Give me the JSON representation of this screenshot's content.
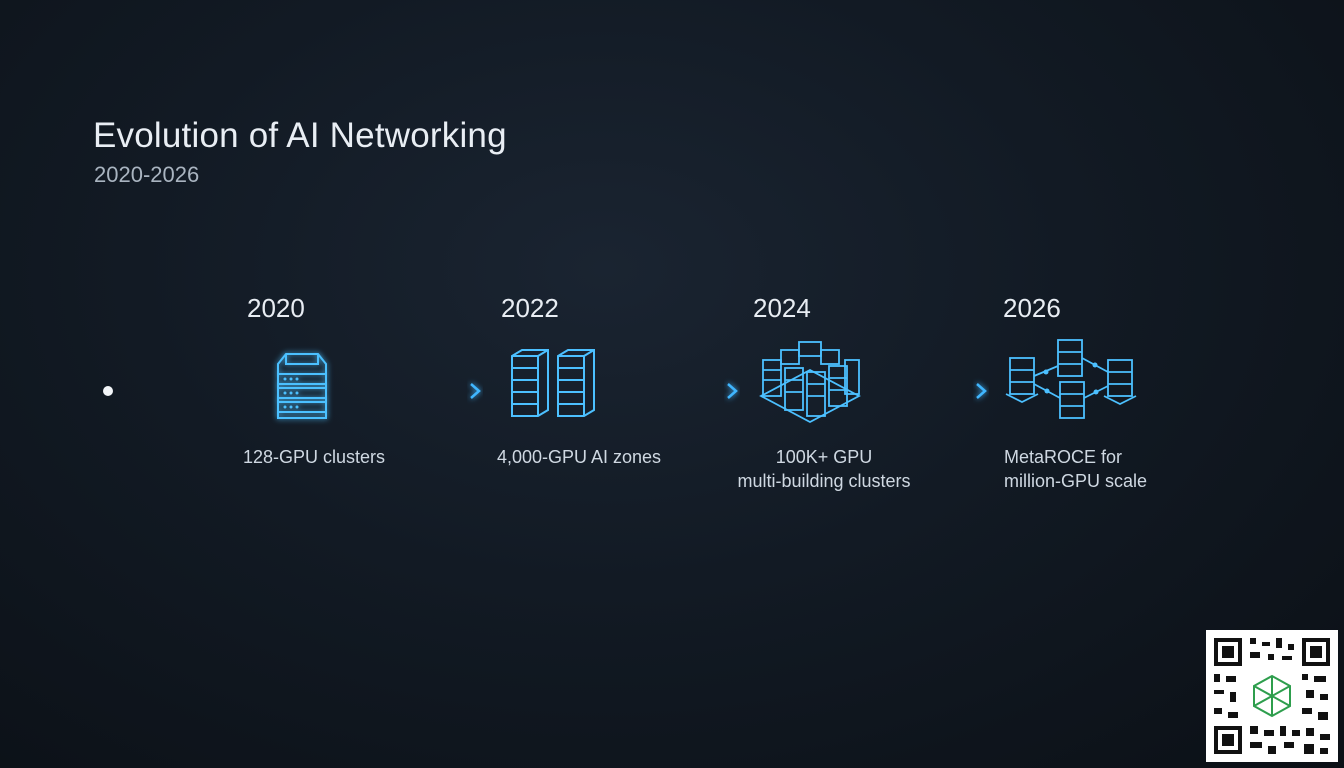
{
  "header": {
    "title": "Evolution of AI Networking",
    "subtitle": "2020-2026"
  },
  "milestones": [
    {
      "year": "2020",
      "lines": [
        "128-GPU clusters"
      ],
      "icon": "single-server-icon"
    },
    {
      "year": "2022",
      "lines": [
        "4,000-GPU AI zones"
      ],
      "icon": "server-racks-icon"
    },
    {
      "year": "2024",
      "lines": [
        "100K+ GPU",
        "multi-building clusters"
      ],
      "icon": "server-grid-icon"
    },
    {
      "year": "2026",
      "lines": [
        "MetaROCE for",
        "million-GPU scale"
      ],
      "icon": "networked-servers-icon"
    }
  ],
  "colors": {
    "accent": "#3fb6ff",
    "line": "#e6ecf2",
    "background": "#121a24"
  }
}
